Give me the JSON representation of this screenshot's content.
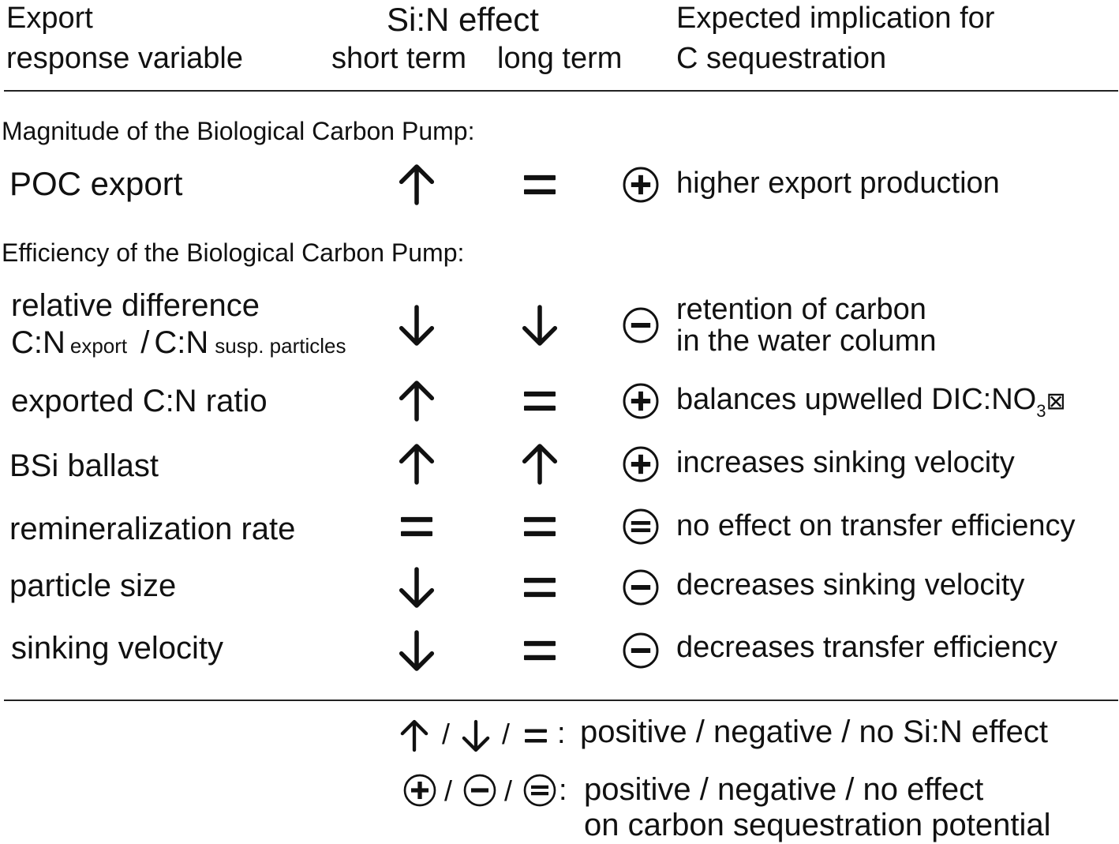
{
  "header": {
    "col1_line1": "Export",
    "col1_line2": "response variable",
    "col2_title": "Si:N effect",
    "col2_short": "short term",
    "col2_long": "long term",
    "col3_line1": "Expected implication for",
    "col3_line2": "C sequestration"
  },
  "sections": {
    "magnitude": "Magnitude  of the Biological Carbon Pump:",
    "efficiency": "Efficiency  of the Biological Carbon Pump:"
  },
  "rows": [
    {
      "variable": "POC export",
      "short": "up",
      "long": "equal",
      "implication_sign": "plus",
      "implication": "higher export production"
    },
    {
      "variable_line1": "relative difference",
      "variable_cn1": "C:N",
      "variable_sub1": "export",
      "variable_sep": "/",
      "variable_cn2": "C:N",
      "variable_sub2": "susp. particles",
      "short": "down",
      "long": "down",
      "implication_sign": "minus",
      "implication_line1": "retention of carbon",
      "implication_line2": "in the water column"
    },
    {
      "variable": "exported C:N ratio",
      "short": "up",
      "long": "equal",
      "implication_sign": "plus",
      "implication": "balances upwelled DIC:NO",
      "implication_sub": "3",
      "implication_tail": "⊠"
    },
    {
      "variable": "BSi ballast",
      "short": "up",
      "long": "up",
      "implication_sign": "plus",
      "implication": "increases sinking velocity"
    },
    {
      "variable": "remineralization rate",
      "short": "equal",
      "long": "equal",
      "implication_sign": "equal",
      "implication": "no effect on transfer efficiency"
    },
    {
      "variable": "particle size",
      "short": "down",
      "long": "equal",
      "implication_sign": "minus",
      "implication": "decreases sinking velocity"
    },
    {
      "variable": "sinking velocity",
      "short": "down",
      "long": "equal",
      "implication_sign": "minus",
      "implication": "decreases transfer efficiency"
    }
  ],
  "legend": {
    "sep": "/",
    "colon": ":",
    "arrows_text": "positive / negative / no Si:N effect",
    "signs_text_line1": "positive / negative / no effect",
    "signs_text_line2": "on carbon sequestration potential"
  }
}
